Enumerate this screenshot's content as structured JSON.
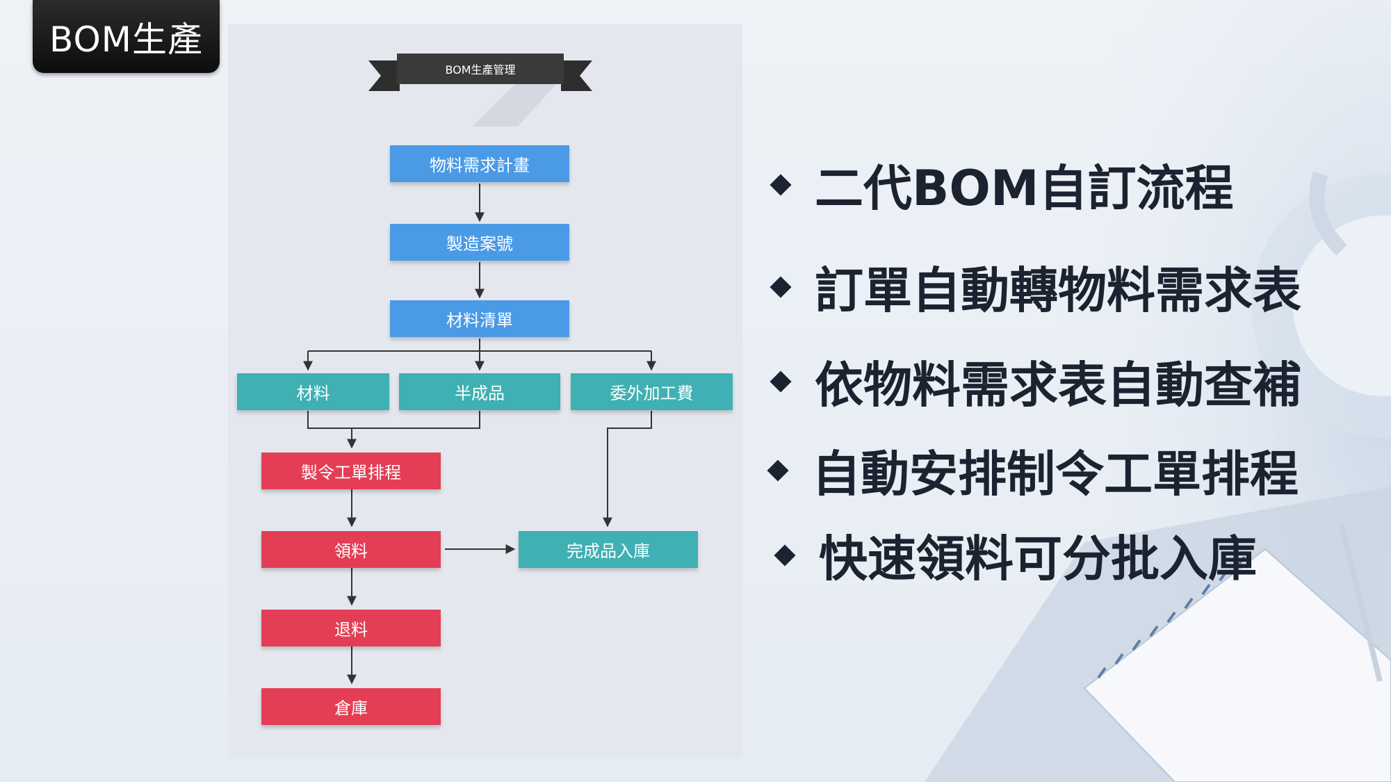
{
  "slide_title": "BOM生產",
  "diagram": {
    "banner": "BOM生產管理",
    "nodes": {
      "mrp": "物料需求計畫",
      "job_no": "製造案號",
      "bom_list": "材料清單",
      "material": "材料",
      "semi": "半成品",
      "outsource": "委外加工費",
      "schedule": "製令工單排程",
      "pick": "領料",
      "return": "退料",
      "warehouse": "倉庫",
      "finished": "完成品入庫"
    }
  },
  "bullets": [
    "二代BOM自訂流程",
    "訂單自動轉物料需求表",
    "依物料需求表自動查補",
    "自動安排制令工單排程",
    "快速領料可分批入庫"
  ],
  "colors": {
    "blue": "#4a9ae6",
    "teal": "#3fb0b3",
    "red": "#e33e55",
    "dark": "#1c2330"
  }
}
